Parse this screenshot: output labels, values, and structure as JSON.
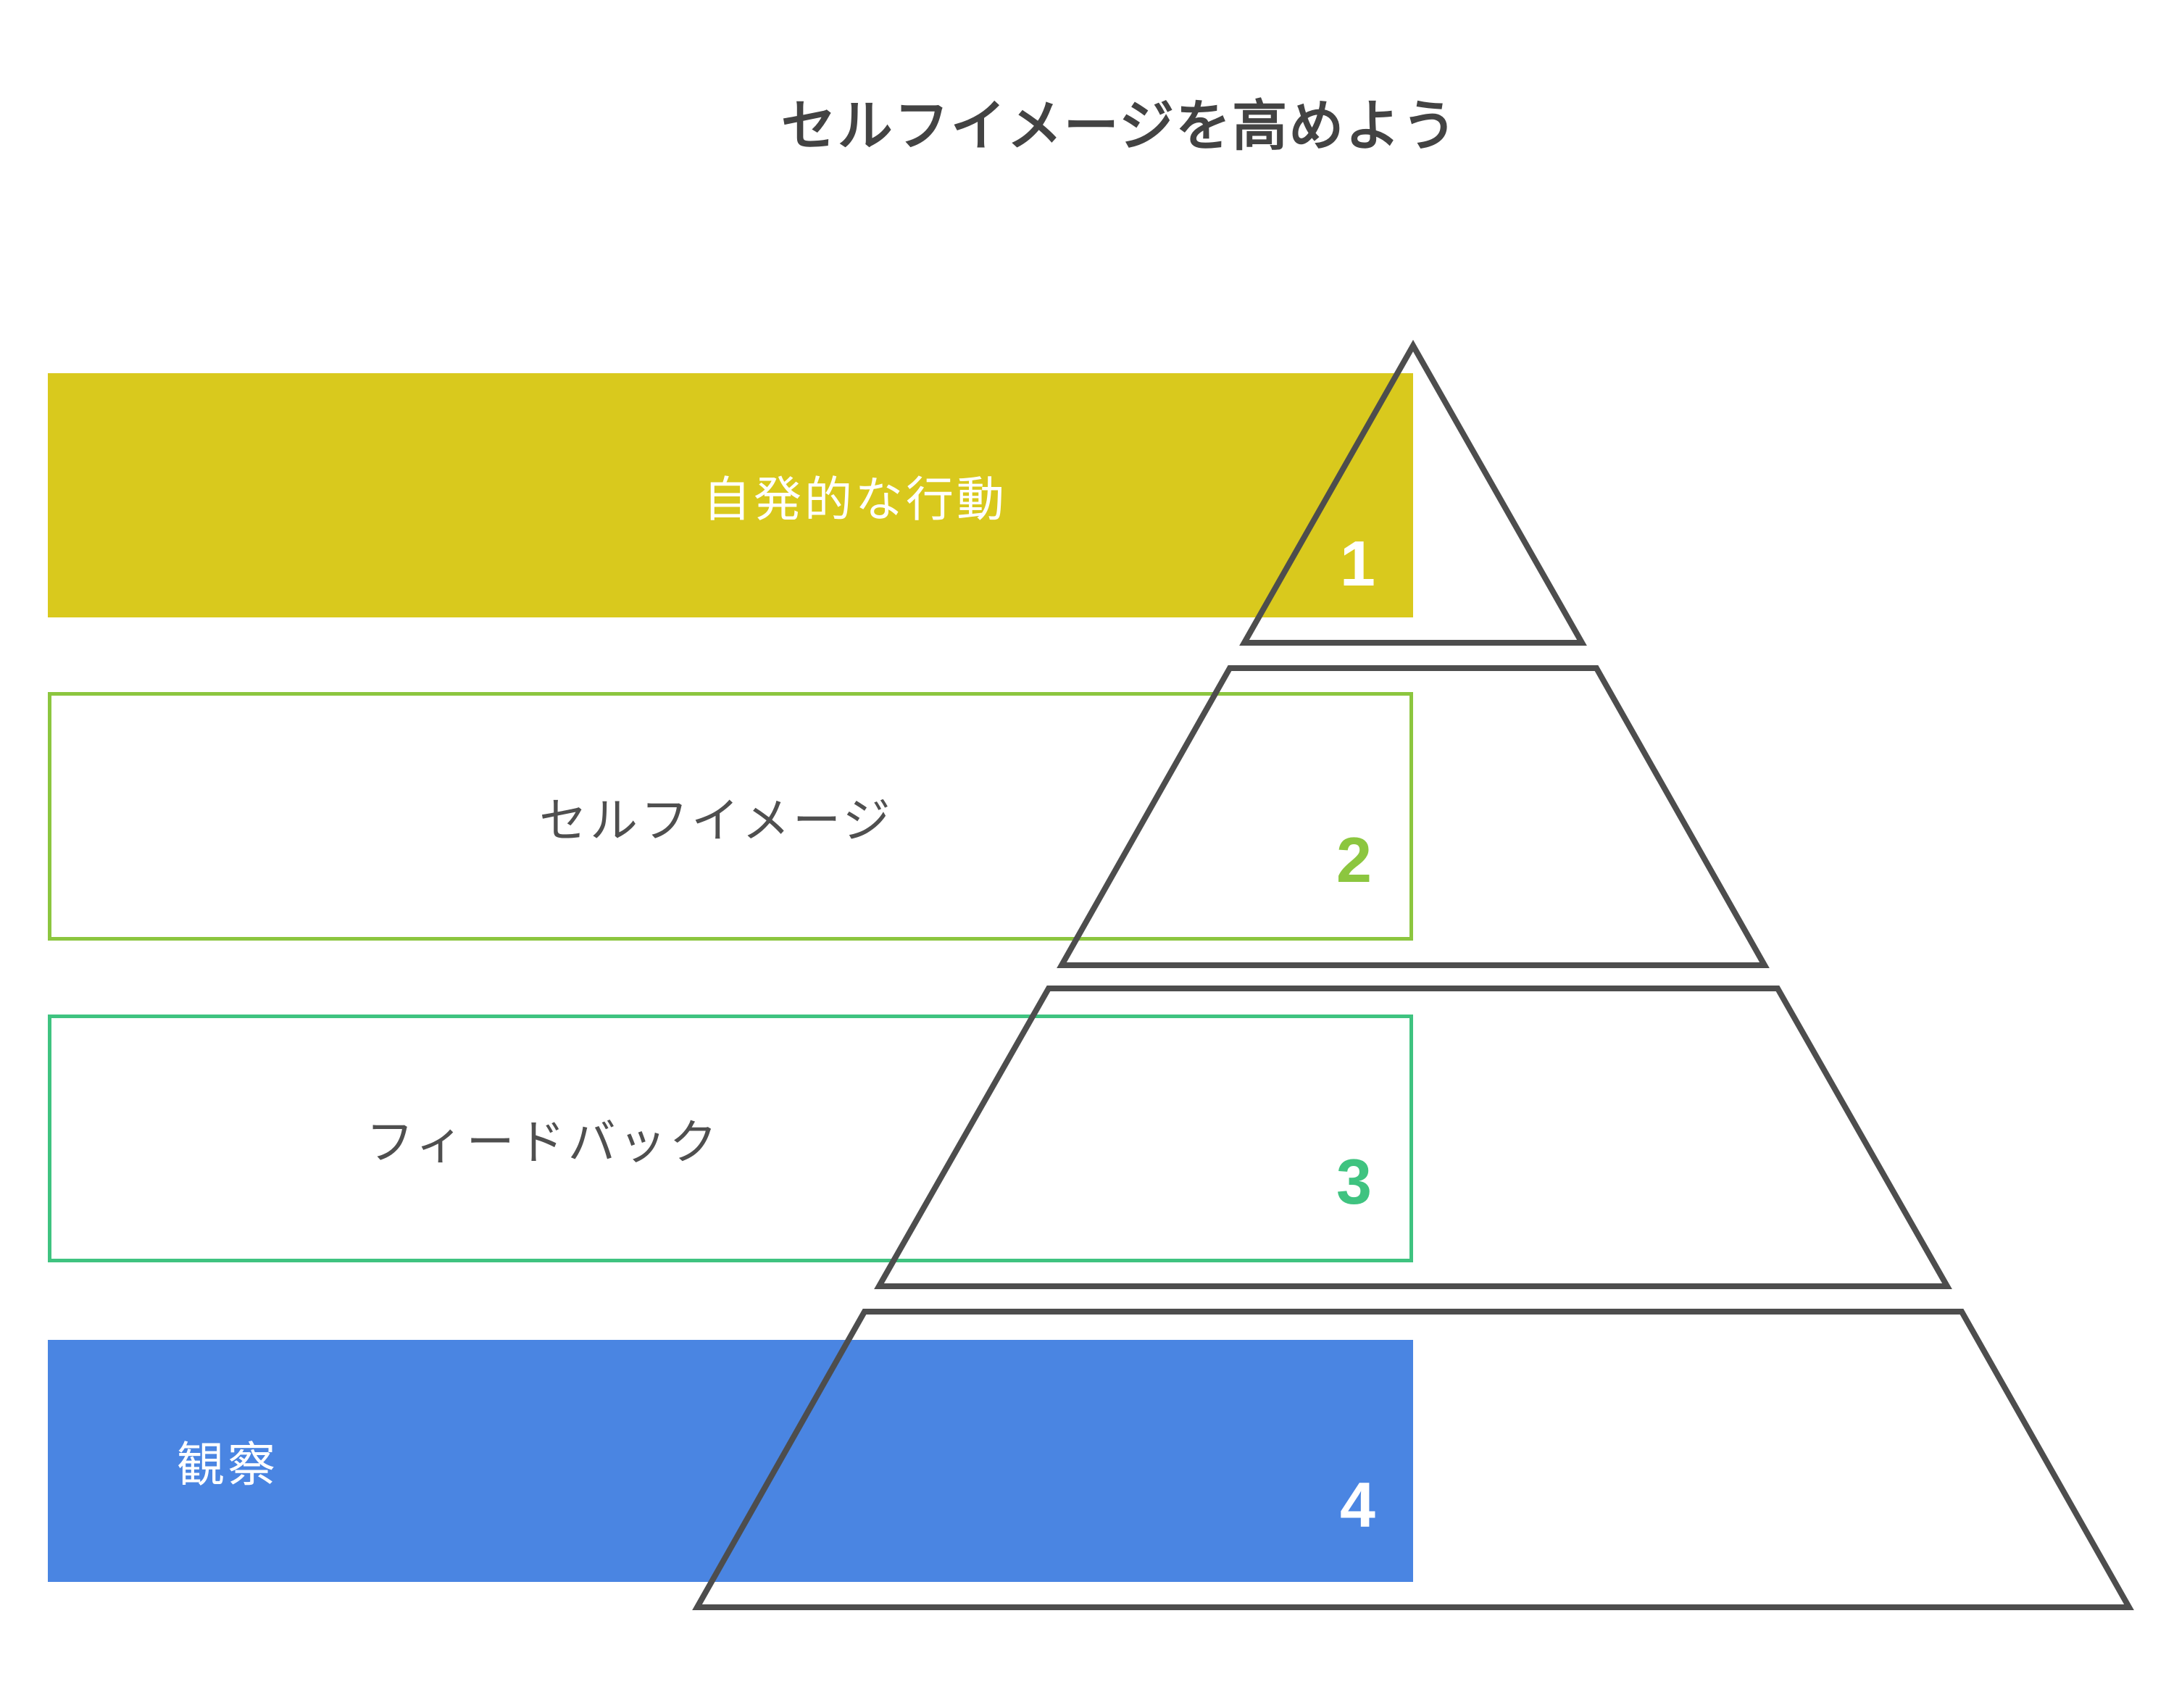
{
  "title": "セルフイメージを高めよう",
  "colors": {
    "background": "#ffffff",
    "title_text": "#434343",
    "label_gray": "#4f4f4f",
    "pyramid_stroke": "#4d4d4d",
    "level1_fill": "#d9c91d",
    "level2_border": "#8cc63f",
    "level3_border": "#3fc380",
    "level4_fill": "#4a85e2"
  },
  "chart_data": {
    "type": "pyramid",
    "title": "セルフイメージを高めよう",
    "levels": [
      {
        "rank": 1,
        "label": "自発的な行動",
        "number": "1"
      },
      {
        "rank": 2,
        "label": "セルフイメージ",
        "number": "2"
      },
      {
        "rank": 3,
        "label": "フィードバック",
        "number": "3"
      },
      {
        "rank": 4,
        "label": "観察",
        "number": "4"
      }
    ]
  },
  "bars": [
    {
      "label": "自発的な行動",
      "number": "1",
      "style": "filled",
      "fill": "#d9c91d",
      "text_color": "#ffffff",
      "number_color": "#ffffff"
    },
    {
      "label": "セルフイメージ",
      "number": "2",
      "style": "outlined",
      "fill": "#ffffff",
      "border": "#8cc63f",
      "text_color": "#4f4f4f",
      "number_color": "#8cc63f"
    },
    {
      "label": "フィードバック",
      "number": "3",
      "style": "outlined",
      "fill": "#ffffff",
      "border": "#3fc380",
      "text_color": "#4f4f4f",
      "number_color": "#3fc380"
    },
    {
      "label": "観察",
      "number": "4",
      "style": "filled",
      "fill": "#4a85e2",
      "text_color": "#ffffff",
      "number_color": "#ffffff"
    }
  ]
}
